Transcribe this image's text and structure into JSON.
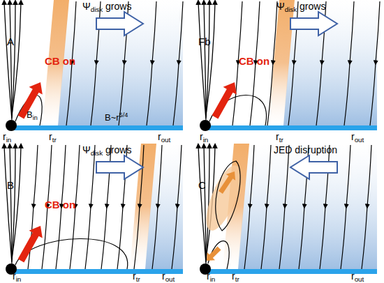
{
  "diagram": {
    "labels": [
      "A",
      "Ψdisk grows",
      "CB on",
      "Bin",
      "B~r5/4",
      "rin",
      "rtr",
      "rout",
      "Ψdisk grows",
      "Fb",
      "CB on",
      "rin",
      "rtr",
      "rout",
      "Ψdisk grows",
      "B",
      "CB on",
      "rin",
      "rtr",
      "rout",
      "JED disruption",
      "C",
      "rin",
      "rtr",
      "rout"
    ]
  }
}
